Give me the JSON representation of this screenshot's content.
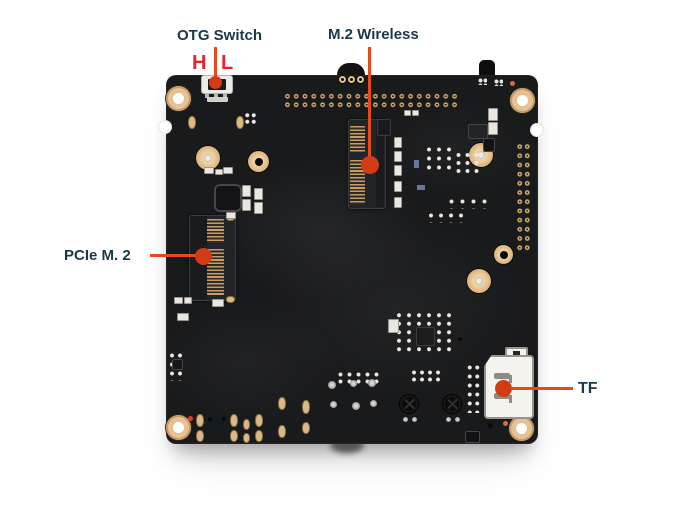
{
  "annotations": {
    "otg": {
      "label": "OTG Switch"
    },
    "otg_high": "H",
    "otg_low": "L",
    "m2_wireless": {
      "label": "M.2 Wireless"
    },
    "pcie_m2": {
      "label": "PCIe M. 2"
    },
    "tf": {
      "label": "TF"
    }
  },
  "colors": {
    "label_text": "#1c3847",
    "marker_red": "#e5252b",
    "leader_line": "#e8481e",
    "leader_dot": "#d23b16",
    "board": "#191a1c",
    "gold": "#d9b27c",
    "tf_slot": "#f5f3ee"
  }
}
